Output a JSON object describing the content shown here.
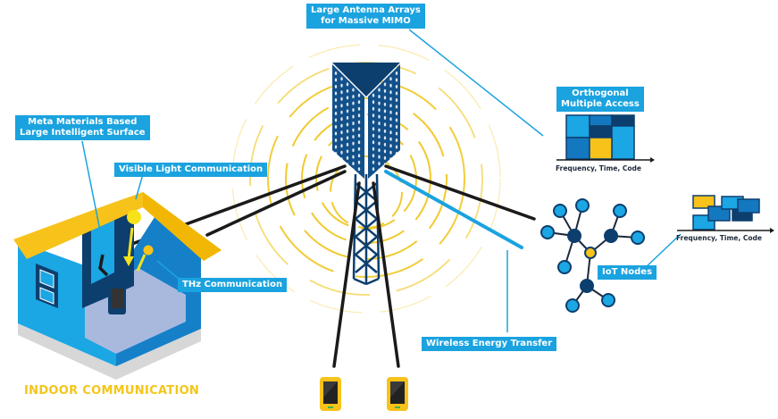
{
  "labels": {
    "massive_mimo": [
      "Large Antenna Arrays",
      "for Massive MIMO"
    ],
    "meta_surface": [
      "Meta Materials Based",
      "Large Intelligent Surface"
    ],
    "vlc": "Visible Light Communication",
    "thz": "THz Communication",
    "oma": [
      "Orthogonal",
      "Multiple Access"
    ],
    "iot": "IoT Nodes",
    "wet": "Wireless Energy Transfer",
    "indoor": "INDOOR COMMUNICATION"
  },
  "axes": {
    "oma_axis": "Frequency, Time, Code",
    "noma_axis": "Frequency, Time, Code"
  },
  "colors": {
    "label_bg": "#1aa3df",
    "dark_blue": "#0d3f6e",
    "mid_blue": "#1478c0",
    "light_blue": "#1ba6e4",
    "yellow": "#f7c21a",
    "ring_yellow": "#f0c419",
    "line_black": "#1a1a1a",
    "house_floor": "#a9b9de"
  }
}
